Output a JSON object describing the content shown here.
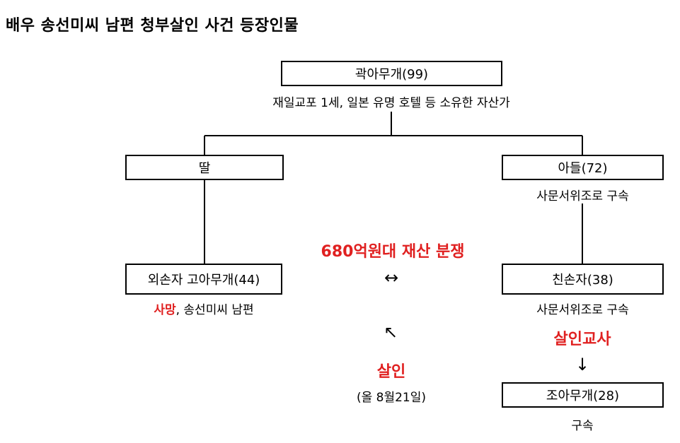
{
  "title": "배우 송선미씨 남편 청부살인 사건 등장인물",
  "root": {
    "name": "곽아무개(99)",
    "desc": "재일교포 1세, 일본 유명 호텔 등 소유한 자산가"
  },
  "daughter": {
    "name": "딸"
  },
  "son": {
    "name": "아들(72)",
    "desc": "사문서위조로 구속"
  },
  "victim": {
    "name": "외손자 고아무개(44)",
    "status": "사망",
    "desc_rest": ", 송선미씨 남편"
  },
  "grandson": {
    "name": "친손자(38)",
    "desc": "사문서위조로 구속"
  },
  "dispute": {
    "label": "680억원대 재산 분쟁",
    "arrow": "↔"
  },
  "murder": {
    "arrow": "↖",
    "label": "살인",
    "date": "(올 8월21일)"
  },
  "instigation": {
    "label": "살인교사",
    "arrow": "↓"
  },
  "hitman": {
    "name": "조아무개(28)",
    "desc": "구속"
  },
  "colors": {
    "accent": "#e02020"
  }
}
